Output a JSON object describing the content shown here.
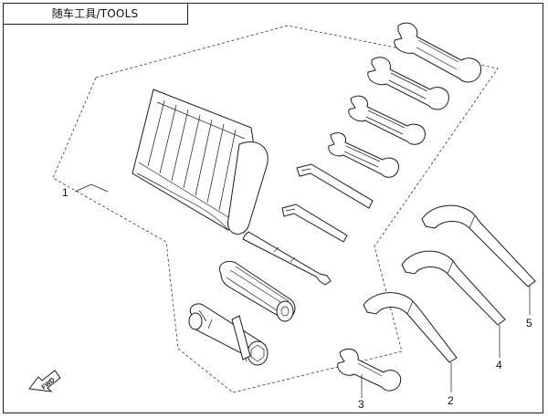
{
  "title": "随车工具/TOOLS",
  "fwd_label": "FWD",
  "callouts": [
    "1",
    "2",
    "3",
    "4",
    "5"
  ],
  "icons": {
    "tool_roll": "tool-roll-pouch-icon",
    "wrench": "open-end-wrench-icon",
    "hex_key": "hex-key-icon",
    "screwdriver": "screwdriver-icon",
    "spark_plug_wrench": "spark-plug-socket-icon",
    "hook_spanner": "hook-spanner-icon",
    "fwd_arrow": "forward-arrow-icon"
  }
}
